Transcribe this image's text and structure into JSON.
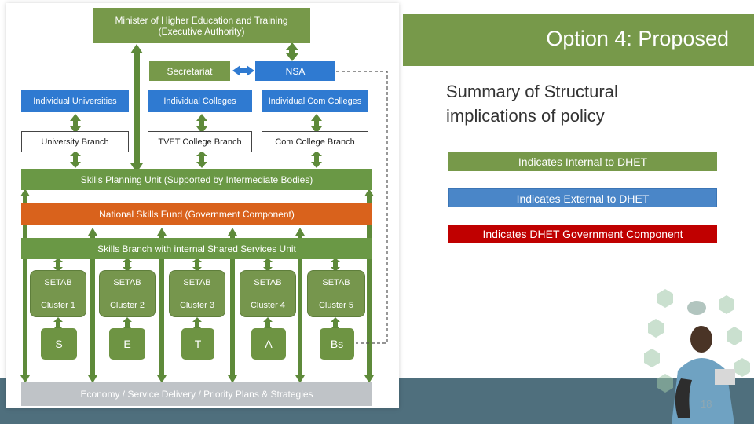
{
  "slide": {
    "title": "Option 4: Proposed",
    "subtitle": "Summary of Structural implications of policy",
    "page_number": "18"
  },
  "legend": {
    "internal": "Indicates Internal to DHET",
    "external": "Indicates External to DHET",
    "government": "Indicates DHET Government Component"
  },
  "diagram": {
    "minister": "Minister of Higher Education and Training (Executive Authority)",
    "secretariat": "Secretariat",
    "nsa": "NSA",
    "individual_universities": "Individual Universities",
    "individual_colleges": "Individual Colleges",
    "individual_com_colleges": "Individual Com Colleges",
    "university_branch": "University Branch",
    "tvet_branch": "TVET College Branch",
    "com_branch": "Com College Branch",
    "skills_planning": "Skills Planning Unit (Supported by Intermediate Bodies)",
    "nsf": "National Skills Fund (Government Component)",
    "skills_branch": "Skills Branch with internal Shared Services Unit",
    "setabs": [
      {
        "label": "SETAB",
        "cluster": "Cluster 1"
      },
      {
        "label": "SETAB",
        "cluster": "Cluster 2"
      },
      {
        "label": "SETAB",
        "cluster": "Cluster 3"
      },
      {
        "label": "SETAB",
        "cluster": "Cluster 4"
      },
      {
        "label": "SETAB",
        "cluster": "Cluster 5"
      }
    ],
    "letters": [
      "S",
      "E",
      "T",
      "A",
      "Bs"
    ],
    "economy": "Economy / Service Delivery / Priority Plans & Strategies"
  },
  "colors": {
    "internal_green": "#77994a",
    "external_blue": "#4a86c8",
    "government_red": "#c00000",
    "orange": "#d9621c",
    "band": "#4f6f7d"
  }
}
